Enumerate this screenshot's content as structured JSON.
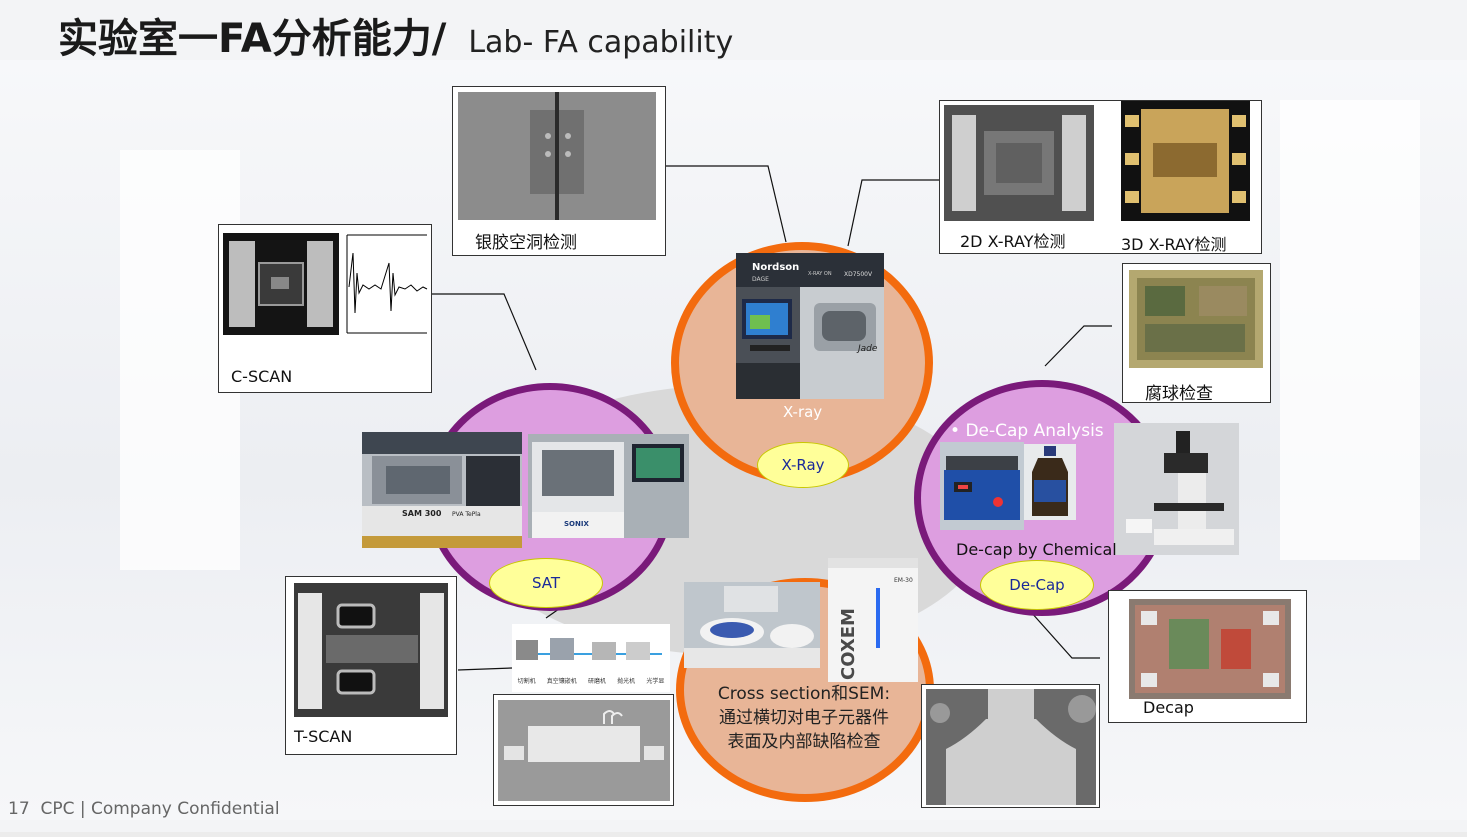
{
  "title": {
    "cn": "实验室一FA分析能力/",
    "en": "Lab- FA capability"
  },
  "footer": {
    "page": "17",
    "company": "CPC | Company Confidential"
  },
  "xray": {
    "oval": "X-Ray",
    "caption": "X-ray",
    "machine_brand": "Nordson",
    "machine_sub": "DAGE",
    "machine_text": "X-RAY ON",
    "machine_model": "XD7500V",
    "machine_name": "Jade"
  },
  "sat": {
    "oval": "SAT",
    "sam_label": "SAM 300",
    "pvm_label": "PVA TePla",
    "sonix_label": "SONIX"
  },
  "decap": {
    "oval": "De-Cap",
    "bullet": "De-Cap Analysis",
    "chem": "De-cap by Chemical"
  },
  "cross": {
    "text": "Cross section和SEM:通过横切对电子元器件表面及内部缺陷检查",
    "sem_brand": "COXEM",
    "sem_model": "EM-30"
  },
  "callouts": {
    "silver": "银胶空洞检测",
    "xray2d": "2D X-RAY检测",
    "xray3d": "3D X-RAY检测",
    "ball": "腐球检查",
    "cscan": "C-SCAN",
    "tscan": "T-SCAN",
    "decap": "Decap"
  },
  "process_labels": [
    "切割机",
    "真空镶嵌机",
    "研磨机",
    "抛光机",
    "光学显"
  ],
  "colors": {
    "orange": "#f36b0e",
    "orange_fill": "#e8b597",
    "purple": "#7a1a7a",
    "purple_fill": "#dd9ee0",
    "oval": "#ffff99",
    "oval_text": "#1a2a9a"
  }
}
